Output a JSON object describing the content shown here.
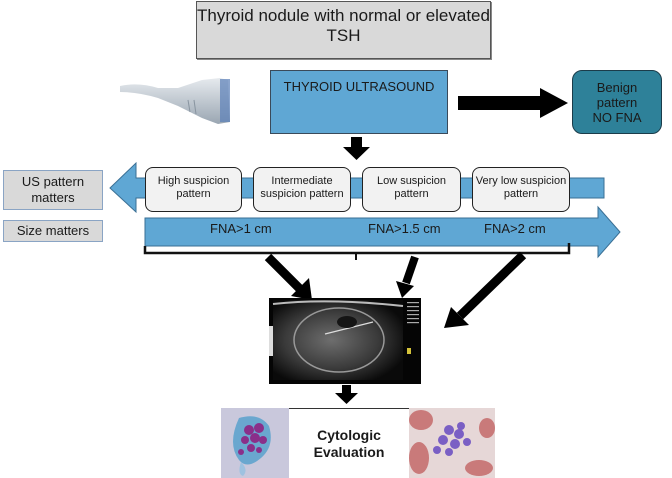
{
  "title": "Thyroid nodule with normal or elevated TSH",
  "ultrasound_box": {
    "label": "THYROID ULTRASOUND"
  },
  "benign_box": {
    "lines": [
      "Benign",
      "pattern",
      "NO FNA"
    ]
  },
  "side_labels": {
    "us_pattern": [
      "US pattern",
      "matters"
    ],
    "size": "Size matters"
  },
  "patterns": [
    {
      "label": "High suspicion pattern"
    },
    {
      "label": "Intermediate suspicion pattern"
    },
    {
      "label": "Low suspicion pattern"
    },
    {
      "label": "Very low suspicion pattern"
    }
  ],
  "fna_thresholds": [
    {
      "label": "FNA>1 cm"
    },
    {
      "label": "FNA>1.5 cm"
    },
    {
      "label": "FNA>2 cm"
    }
  ],
  "cytology": {
    "lines": [
      "Cytologic",
      "Evaluation"
    ]
  },
  "colors": {
    "arrow_blue": "#5fa7d4",
    "ultrasound_box": "#5fa7d4",
    "benign_box": "#2e8199",
    "label_gray": "#d9d9d9",
    "pattern_box": "#f2f2f2"
  }
}
